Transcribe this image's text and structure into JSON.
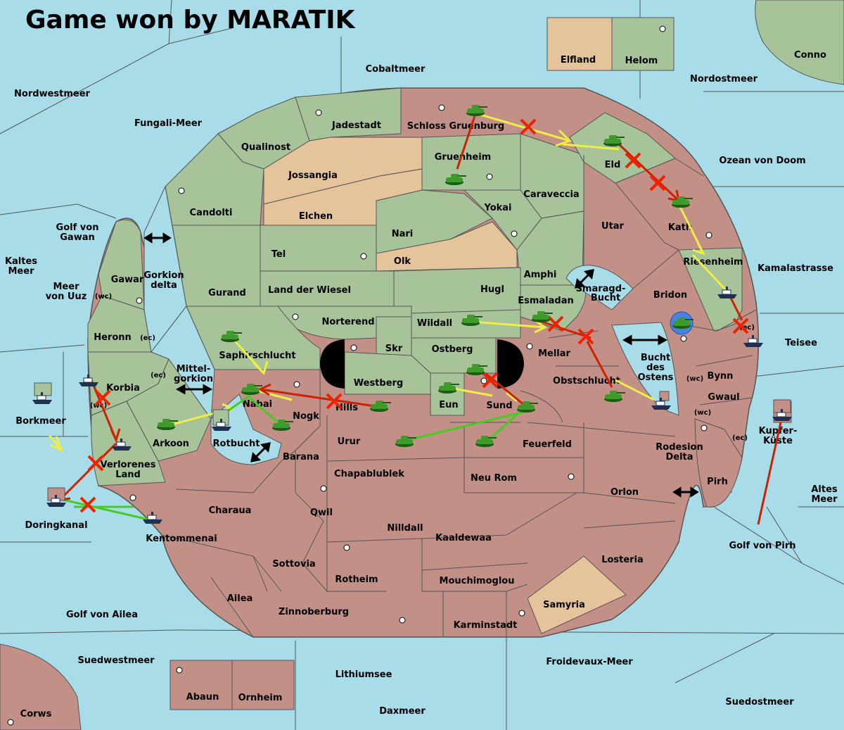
{
  "title": "Game won by MARATIK",
  "colors": {
    "sea": "#a8dce8",
    "owner_maratik": "#c39088",
    "owner_green": "#a6c39a",
    "neutral": "#e5c49c",
    "order_move": "#eeee44",
    "order_support": "#44cc22",
    "order_attack": "#cc2200",
    "order_failed_mark": "#ee2200"
  },
  "sea_regions": [
    "Nordwestmeer",
    "Cobaltmeer",
    "Nordostmeer",
    "Conno",
    "Fungali-Meer",
    "Ozean von Doom",
    "Kaltes Meer",
    "Golf von Gawan",
    "Meer von Uuz",
    "Kamalastrasse",
    "Teisee",
    "Borkmeer",
    "Altes Meer",
    "Golf von Pirh",
    "Golf von Ailea",
    "Suedwestmeer",
    "Lithiumsee",
    "Froidevaux-Meer",
    "Daxmeer",
    "Suedostmeer",
    "Corws",
    "Smaragd-Bucht",
    "Bucht des Ostens",
    "Rotbucht",
    "Gorkion delta",
    "Mittel-gorkion",
    "Rodesion Delta"
  ],
  "land_regions": {
    "maratik": [
      "Schloss Gruenburg",
      "Utar",
      "Kath",
      "Bridon",
      "Bynn",
      "Gwaul",
      "Pirh",
      "Mellar",
      "Obstschlucht",
      "Nabai",
      "Nogk",
      "Hills",
      "Sund",
      "Urur",
      "Feuerfeld",
      "Barana",
      "Chapablublek",
      "Neu Rom",
      "Orlon",
      "Losteria",
      "Charaua",
      "Kentommenai",
      "Qwil",
      "Nilldall",
      "Kaaldewaa",
      "Rotheim",
      "Sottovia",
      "Mouchimoglou",
      "Ailea",
      "Zinnoberburg",
      "Karminstadt",
      "Abaun",
      "Ornheim",
      "Kupfer-Kuste"
    ],
    "green": [
      "Helom",
      "Jadestadt",
      "Qualinost",
      "Candolti",
      "Gruenheim",
      "Caraveccia",
      "Yokai",
      "Nari",
      "Eld",
      "Riesenheim",
      "Tel",
      "Amphi",
      "Hugl",
      "Gurand",
      "Land der Wiesel",
      "Esmaladan",
      "Norterend",
      "Wildall",
      "Skr",
      "Ostberg",
      "Westberg",
      "Saphirschlucht",
      "Eun",
      "Gawar",
      "Heronn",
      "Korbia",
      "Arkoon",
      "Verlorenes Land"
    ],
    "neutral": [
      "Elfland",
      "Jossangia",
      "Elchen",
      "Olk",
      "Samyria"
    ]
  },
  "coast_tags": {
    "wc": "(wc)",
    "ec": "(ec)"
  }
}
